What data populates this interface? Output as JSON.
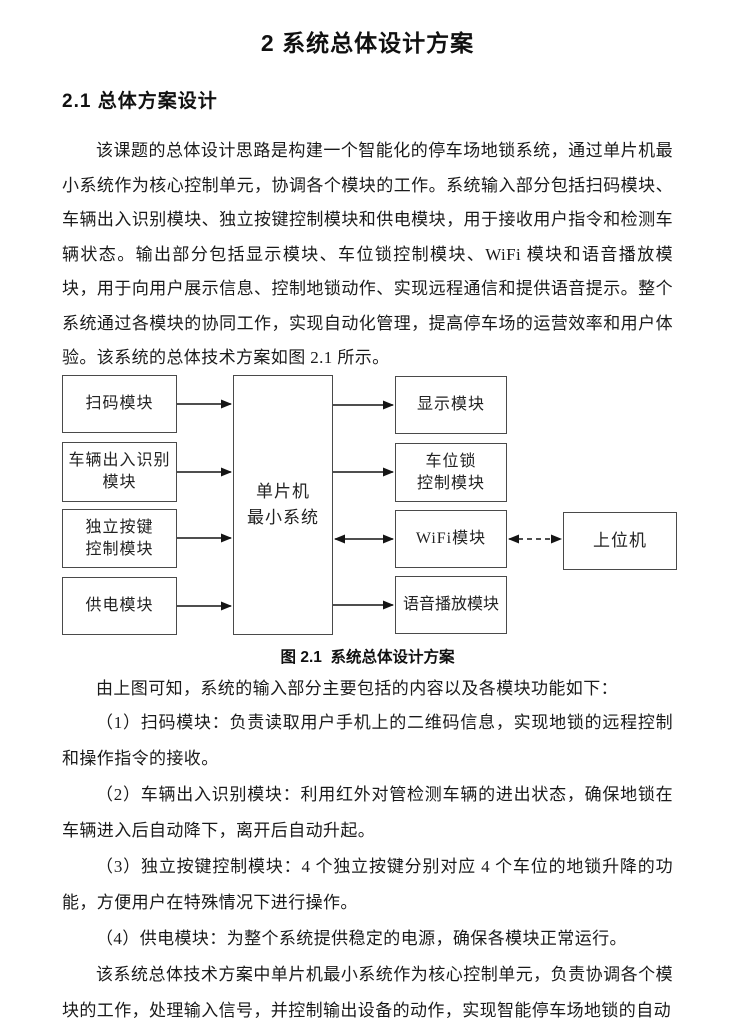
{
  "page": {
    "title": "2 系统总体设计方案",
    "section_heading": "2.1 总体方案设计"
  },
  "paragraphs": {
    "intro": "该课题的总体设计思路是构建一个智能化的停车场地锁系统，通过单片机最小系统作为核心控制单元，协调各个模块的工作。系统输入部分包括扫码模块、车辆出入识别模块、独立按键控制模块和供电模块，用于接收用户指令和检测车辆状态。输出部分包括显示模块、车位锁控制模块、WiFi 模块和语音播放模块，用于向用户展示信息、控制地锁动作、实现远程通信和提供语音提示。整个系统通过各模块的协同工作，实现自动化管理，提高停车场的运营效率和用户体验。该系统的总体技术方案如图 2.1 所示。",
    "after_figure": "由上图可知，系统的输入部分主要包括的内容以及各模块功能如下：",
    "item1": "（1）扫码模块：负责读取用户手机上的二维码信息，实现地锁的远程控制和操作指令的接收。",
    "item2": "（2）车辆出入识别模块：利用红外对管检测车辆的进出状态，确保地锁在车辆进入后自动降下，离开后自动升起。",
    "item3": "（3）独立按键控制模块：4 个独立按键分别对应 4 个车位的地锁升降的功能，方便用户在特殊情况下进行操作。",
    "item4": "（4）供电模块：为整个系统提供稳定的电源，确保各模块正常运行。",
    "closing": "该系统总体技术方案中单片机最小系统作为核心控制单元，负责协调各个模块的工作，处理输入信号，并控制输出设备的动作，实现智能停车场地锁的自动"
  },
  "figure": {
    "caption": "图 2.1  系统总体设计方案",
    "boxes": {
      "scan": "扫码模块",
      "vehicle": "车辆出入识别\n模块",
      "keys": "独立按键\n控制模块",
      "power": "供电模块",
      "mcu": "单片机\n最小系统",
      "display": "显示模块",
      "lock": "车位锁\n控制模块",
      "wifi": "WiFi模块",
      "voice": "语音播放模块",
      "host": "上位机"
    }
  }
}
